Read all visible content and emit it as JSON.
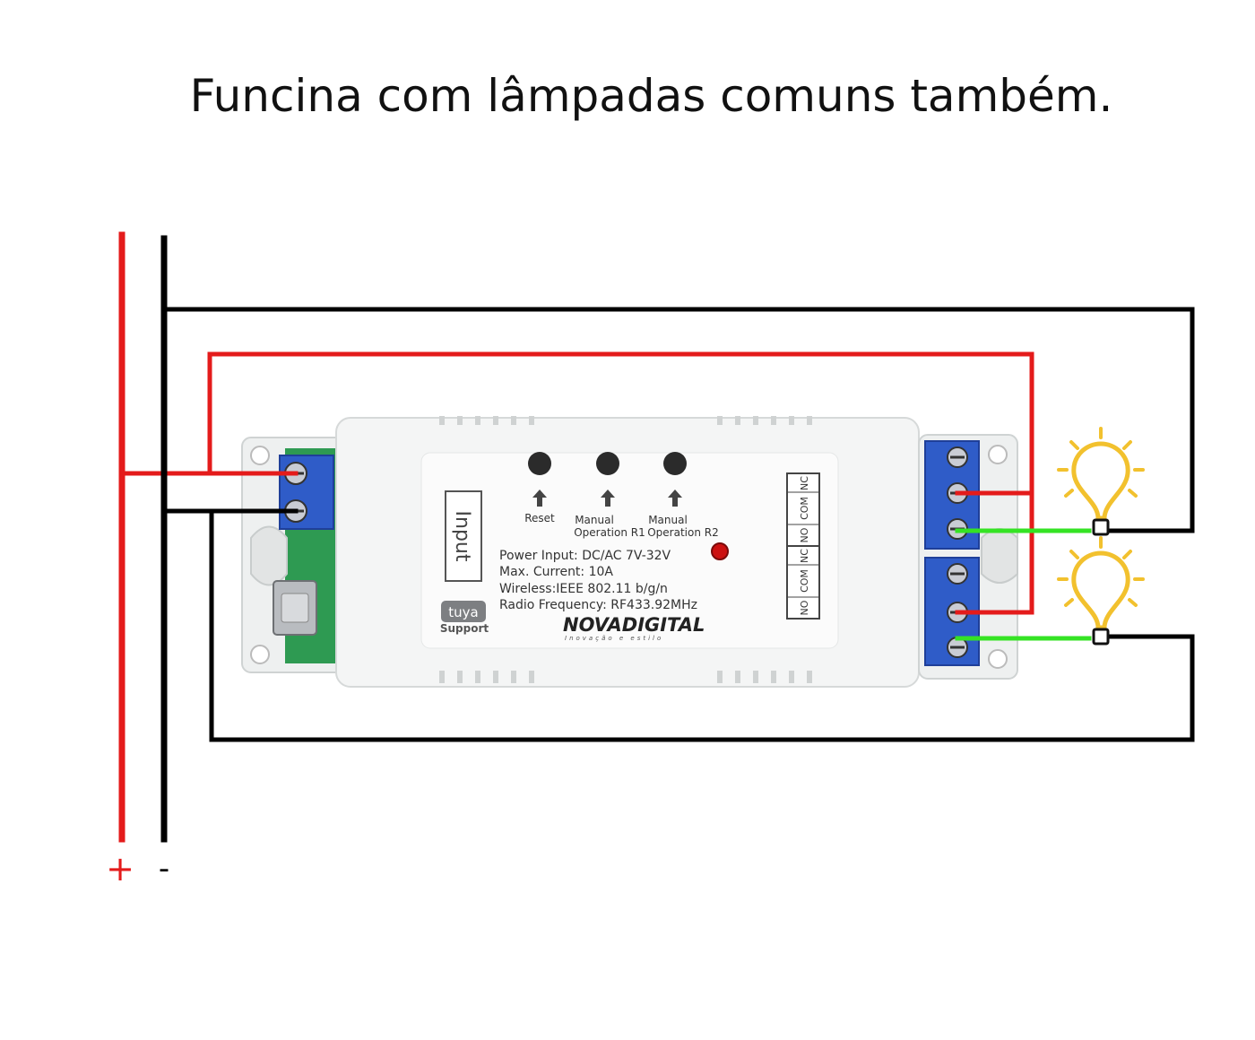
{
  "title": "Funcina com lâmpadas comuns também.",
  "colors": {
    "positive_wire": "#e41b1b",
    "negative_wire": "#000000",
    "load_wire": "#35e324",
    "terminal_block": "#2f5cc8",
    "pcb": "#2e9a52",
    "bulb": "#f2c12e",
    "led": "#cc1111"
  },
  "rails": {
    "positive_label": "+",
    "negative_label": "-"
  },
  "buttons": [
    {
      "label_line1": "Reset",
      "label_line2": ""
    },
    {
      "label_line1": "Manual",
      "label_line2": "Operation R1"
    },
    {
      "label_line1": "Manual",
      "label_line2": "Operation R2"
    }
  ],
  "input_label": "Input",
  "specs": [
    "Power Input:  DC/AC 7V-32V",
    "Max. Current:  10A",
    "Wireless:IEEE 802.11 b/g/n",
    "Radio Frequency:  RF433.92MHz"
  ],
  "brand": {
    "badge": "tuya",
    "badge_caption": "Support",
    "name": "NOVADIGITAL",
    "tagline": "Inovação e estilo"
  },
  "relay_labels": {
    "r1": [
      "NO",
      "COM",
      "NC"
    ],
    "r2": [
      "NO",
      "COM",
      "NC"
    ]
  },
  "icons": [
    "light-bulb-icon",
    "light-bulb-icon",
    "led-indicator-icon",
    "tuya-logo-icon"
  ]
}
